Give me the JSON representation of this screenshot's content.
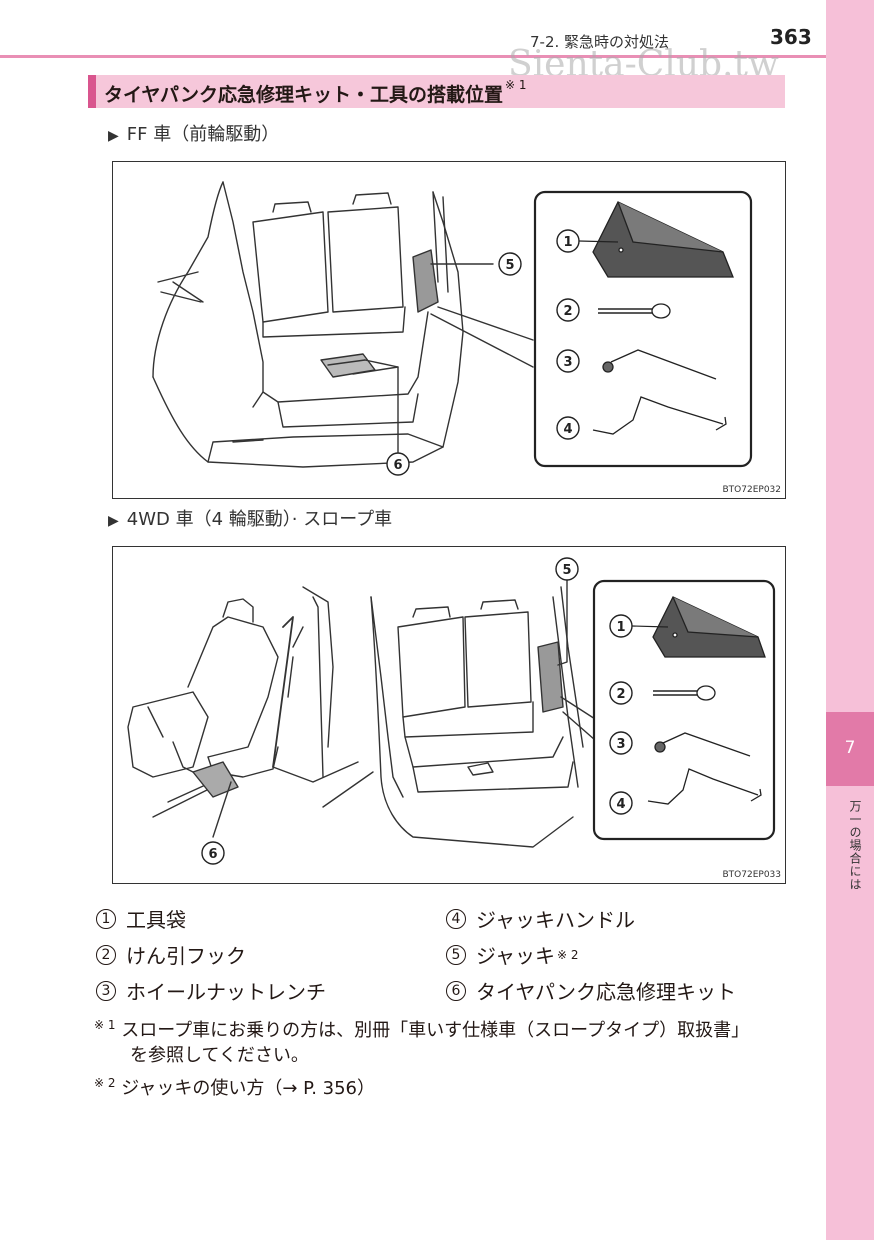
{
  "header": {
    "section": "7-2. 緊急時の対処法",
    "page_number": "363",
    "watermark": "Sienta-Club.tw"
  },
  "title": {
    "text": "タイヤパンク応急修理キット・工具の搭載位置",
    "sup": "※ 1"
  },
  "sub1": {
    "marker": "▶",
    "label": "FF 車（前輪駆動）"
  },
  "sub2": {
    "marker": "▶",
    "label": "4WD 車（4 輪駆動）· スロープ車"
  },
  "figure1": {
    "code": "BTO72EP032",
    "callouts": [
      "1",
      "2",
      "3",
      "4",
      "5",
      "6"
    ]
  },
  "figure2": {
    "code": "BTO72EP033",
    "callouts": [
      "1",
      "2",
      "3",
      "4",
      "5",
      "6"
    ]
  },
  "legend": [
    {
      "num": "1",
      "label": "工具袋"
    },
    {
      "num": "2",
      "label": "けん引フック"
    },
    {
      "num": "3",
      "label": "ホイールナットレンチ"
    },
    {
      "num": "4",
      "label": "ジャッキハンドル"
    },
    {
      "num": "5",
      "label": "ジャッキ",
      "sup": "※ 2"
    },
    {
      "num": "6",
      "label": "タイヤパンク応急修理キット"
    }
  ],
  "notes": [
    {
      "mark": "※ 1",
      "text": "スロープ車にお乗りの方は、別冊「車いす仕様車（スロープタイプ）取扱書」",
      "text2": "を参照してください。"
    },
    {
      "mark": "※ 2",
      "text": "ジャッキの使い方（→ P. 356）"
    }
  ],
  "side_tab": {
    "number": "7",
    "label": "万一の場合には"
  },
  "colors": {
    "accent": "#d9558e",
    "band": "#f6c7da",
    "side_tab": "#f6c0d8",
    "side_tab_active": "#e27aa8"
  }
}
